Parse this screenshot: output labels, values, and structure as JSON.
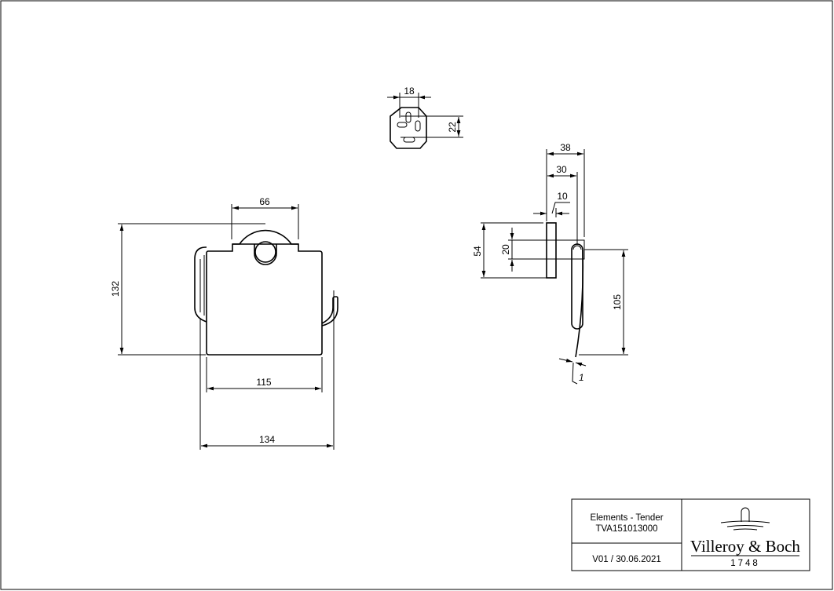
{
  "drawing": {
    "front_view": {
      "height": "132",
      "rosette_diameter": "66",
      "cover_width": "115",
      "overall_width": "134"
    },
    "top_view": {
      "hole_spacing_horizontal": "18",
      "hole_spacing_vertical": "22"
    },
    "side_view": {
      "overall_depth": "38",
      "depth_to_cover": "30",
      "plate_thickness": "10",
      "rosette_height": "54",
      "block_height": "20",
      "cover_drop": "105",
      "cover_thickness": "1"
    }
  },
  "title_block": {
    "product_name": "Elements - Tender",
    "article_number": "TVA151013000",
    "version": "V01 / 30.06.2021",
    "brand": "Villeroy & Boch",
    "brand_year": "1748"
  }
}
